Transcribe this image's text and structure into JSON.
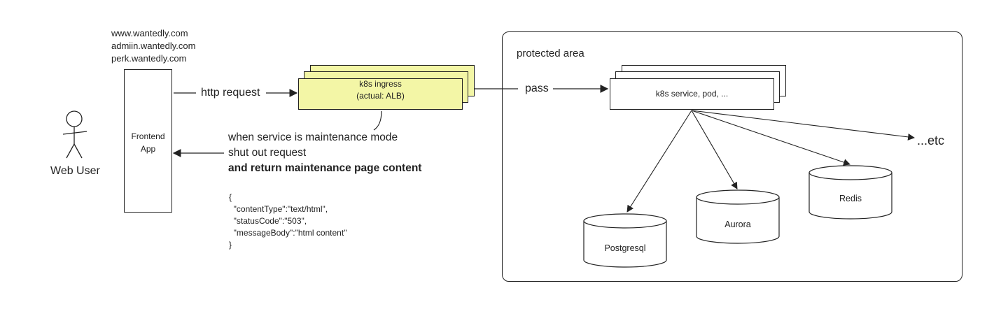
{
  "domains": [
    "www.wantedly.com",
    "admiin.wantedly.com",
    "perk.wantedly.com"
  ],
  "actor": {
    "label": "Web User"
  },
  "frontend": {
    "label": "Frontend App"
  },
  "http_request": "http request",
  "ingress": {
    "title": "k8s ingress",
    "subtitle": "(actual: ALB)"
  },
  "pass": "pass",
  "protected_area": {
    "label": "protected area"
  },
  "service": {
    "label": "k8s service, pod, ..."
  },
  "maintenance_note": {
    "line1": "when service is maintenance mode",
    "line2": "shut out request",
    "line3": "and return maintenance page content"
  },
  "json_block": [
    "{",
    "  \"contentType\":\"text/html\",",
    "  \"statusCode\":\"503\",",
    "  \"messageBody\":\"html content\"",
    "}"
  ],
  "databases": {
    "postgresql": "Postgresql",
    "aurora": "Aurora",
    "redis": "Redis"
  },
  "etc": "...etc",
  "colors": {
    "ingress_fill": "#f3f6a6",
    "line": "#222222"
  }
}
